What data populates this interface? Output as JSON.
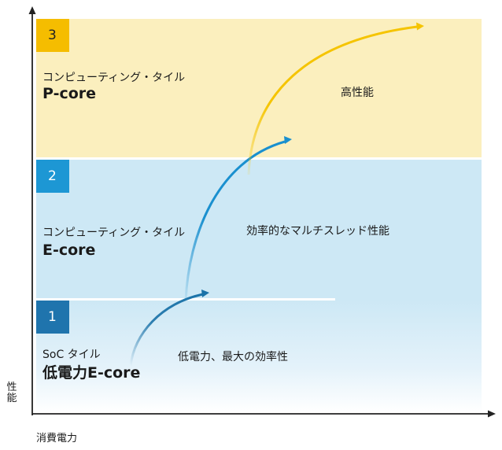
{
  "tiers": [
    {
      "badge": "3",
      "subtitle": "コンピューティング・タイル",
      "title": "P-core",
      "note": "高性能",
      "badge_color": "#f5bd00",
      "zone_color": "#fbefbe"
    },
    {
      "badge": "2",
      "subtitle": "コンピューティング・タイル",
      "title": "E-core",
      "note": "効率的なマルチスレッド性能",
      "badge_color": "#1d97d4",
      "zone_color": "#cde8f5"
    },
    {
      "badge": "1",
      "subtitle": "SoC タイル",
      "title": "低電力E-core",
      "note": "低電力、最大の効率性",
      "badge_color": "#1f74ad",
      "zone_color": "#cde8f5"
    }
  ],
  "axes": {
    "y_label": "性能",
    "x_label": "消費電力"
  },
  "arrow_colors": {
    "low_power": "#1a72a8",
    "e_core": "#1a90cf",
    "p_core": "#f5c400"
  }
}
